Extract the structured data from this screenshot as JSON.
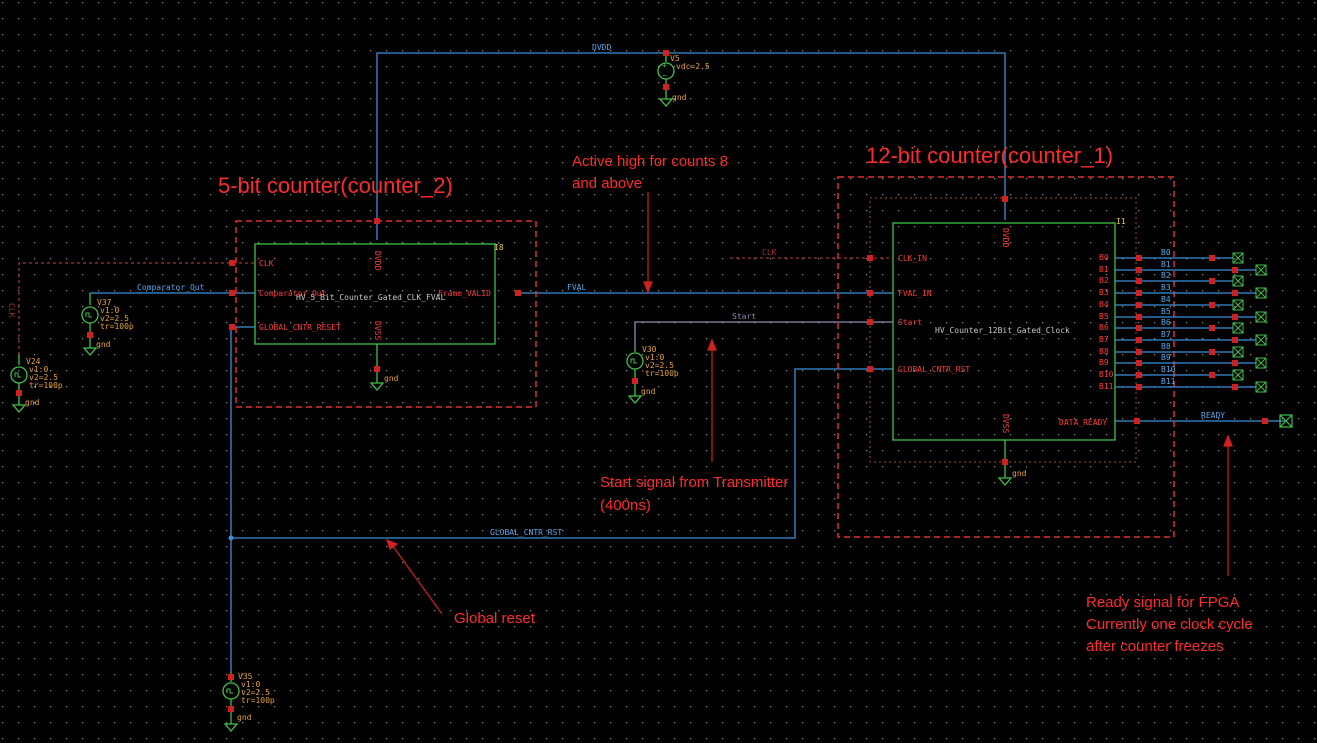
{
  "colors": {
    "background": "#000000",
    "wire": "#3b8fd9",
    "instance_box": "#3fc24a",
    "annotation": "#ff2a2a",
    "pin": "#ff3b3b",
    "source_label": "#e6a23c"
  },
  "titles": {
    "counter2": "5-bit counter(counter_2)",
    "counter1": "12-bit counter(counter_1)"
  },
  "annotations": {
    "active_high_1": "Active high for counts 8",
    "active_high_2": "and above",
    "start_signal_1": "Start signal from Transmitter",
    "start_signal_2": "(400ns)",
    "global_reset": "Global reset",
    "ready_1": "Ready signal for FPGA",
    "ready_2": "Currently one clock cycle",
    "ready_3": "after counter freezes"
  },
  "nets": {
    "dvdd": "DVDD",
    "comparator_out": "Comparator_Out",
    "fval": "FVAL",
    "start": "Start",
    "global_cntr_rst": "GLOBAL_CNTR_RST",
    "ready": "READY",
    "clk_left": "CLK",
    "clk_mid": "CLK"
  },
  "counter2": {
    "instance": "I8",
    "cell": "HV_5_Bit_Counter_Gated_CLK_FVAL",
    "pins": {
      "clk": "CLK",
      "comp": "Comparator_Out",
      "reset": "GLOBAL_CNTR_RESET",
      "out": "Frame_VALID",
      "vdd": "DVDD",
      "vss": "DVSS"
    }
  },
  "counter1": {
    "instance": "I1",
    "cell": "HV_Counter_12Bit_Gated_Clock",
    "pins": {
      "clk": "CLK_IN",
      "fval": "FVAL_IN",
      "start": "Start",
      "reset": "GLOBAL_CNTR_RST",
      "ready": "DATA_READY",
      "vdd": "DVDD",
      "vss": "DVSS"
    },
    "out_pins": [
      "B0",
      "B1",
      "B2",
      "B3",
      "B4",
      "B5",
      "B6",
      "B7",
      "B8",
      "B9",
      "B10",
      "B11"
    ],
    "out_nets": [
      "B0",
      "B1",
      "B2",
      "B3",
      "B4",
      "B5",
      "B6",
      "B7",
      "B8",
      "B9",
      "B10",
      "B11"
    ]
  },
  "sources": {
    "v5": {
      "name": "V5",
      "params": [
        "vdc=2.5"
      ],
      "gnd": "gnd"
    },
    "v37": {
      "name": "V37",
      "params": [
        "v1:0",
        "v2=2.5",
        "tr=100p"
      ],
      "gnd": "gnd"
    },
    "v24": {
      "name": "V24",
      "params": [
        "v1:0",
        "v2=2.5",
        "tr=100p"
      ],
      "gnd": "gnd"
    },
    "v30": {
      "name": "V30",
      "params": [
        "v1:0",
        "v2=2.5",
        "tr=100p"
      ],
      "gnd": "gnd"
    },
    "v35": {
      "name": "V35",
      "params": [
        "v1:0",
        "v2=2.5",
        "tr=100p"
      ],
      "gnd": "gnd"
    },
    "gnd_c2": "gnd",
    "gnd_c1": "gnd"
  }
}
